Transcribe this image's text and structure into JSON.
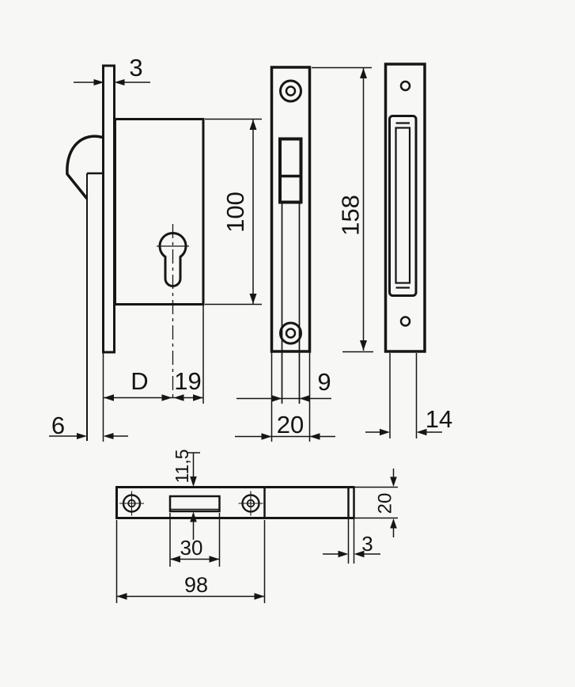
{
  "drawing": {
    "kind": "technical-dimension-drawing",
    "subject": "sliding-door hook lock: side view, forend front view, edge view and strike plate",
    "line_color": "#161616",
    "background_color": "#f7f7f5",
    "dims": {
      "faceplate_thickness": "3",
      "case_height": "100",
      "backset": "D",
      "cylinder_to_back": "19",
      "hook_projection": "6",
      "forend_height": "158",
      "slot_width": "9",
      "forend_width": "20",
      "channel_width": "14",
      "strike_slot_offset": "11,5",
      "strike_slot_length": "30",
      "strike_thickness": "3",
      "strike_width": "20",
      "strike_length": "98"
    }
  }
}
